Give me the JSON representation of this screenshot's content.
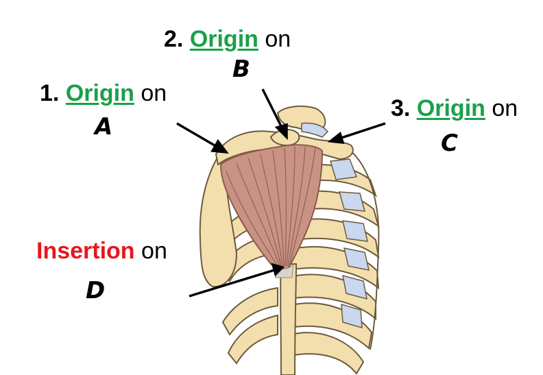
{
  "colors": {
    "origin": "#1aa04a",
    "insertion": "#e8161b",
    "bone": "#f3dfae",
    "bone_outline": "#6b5a3c",
    "cartilage": "#c9d8ee",
    "muscle": "#c99384",
    "muscle_dark": "#8c5a4e",
    "arrow": "#000000"
  },
  "labels": [
    {
      "id": "origin-1",
      "number": "1.",
      "term": "Origin",
      "suffix": "on",
      "letter": "A"
    },
    {
      "id": "origin-2",
      "number": "2.",
      "term": "Origin",
      "suffix": "on",
      "letter": "B"
    },
    {
      "id": "origin-3",
      "number": "3.",
      "term": "Origin",
      "suffix": "on",
      "letter": "C"
    },
    {
      "id": "insertion",
      "term": "Insertion",
      "suffix": "on",
      "letter": "D"
    }
  ]
}
